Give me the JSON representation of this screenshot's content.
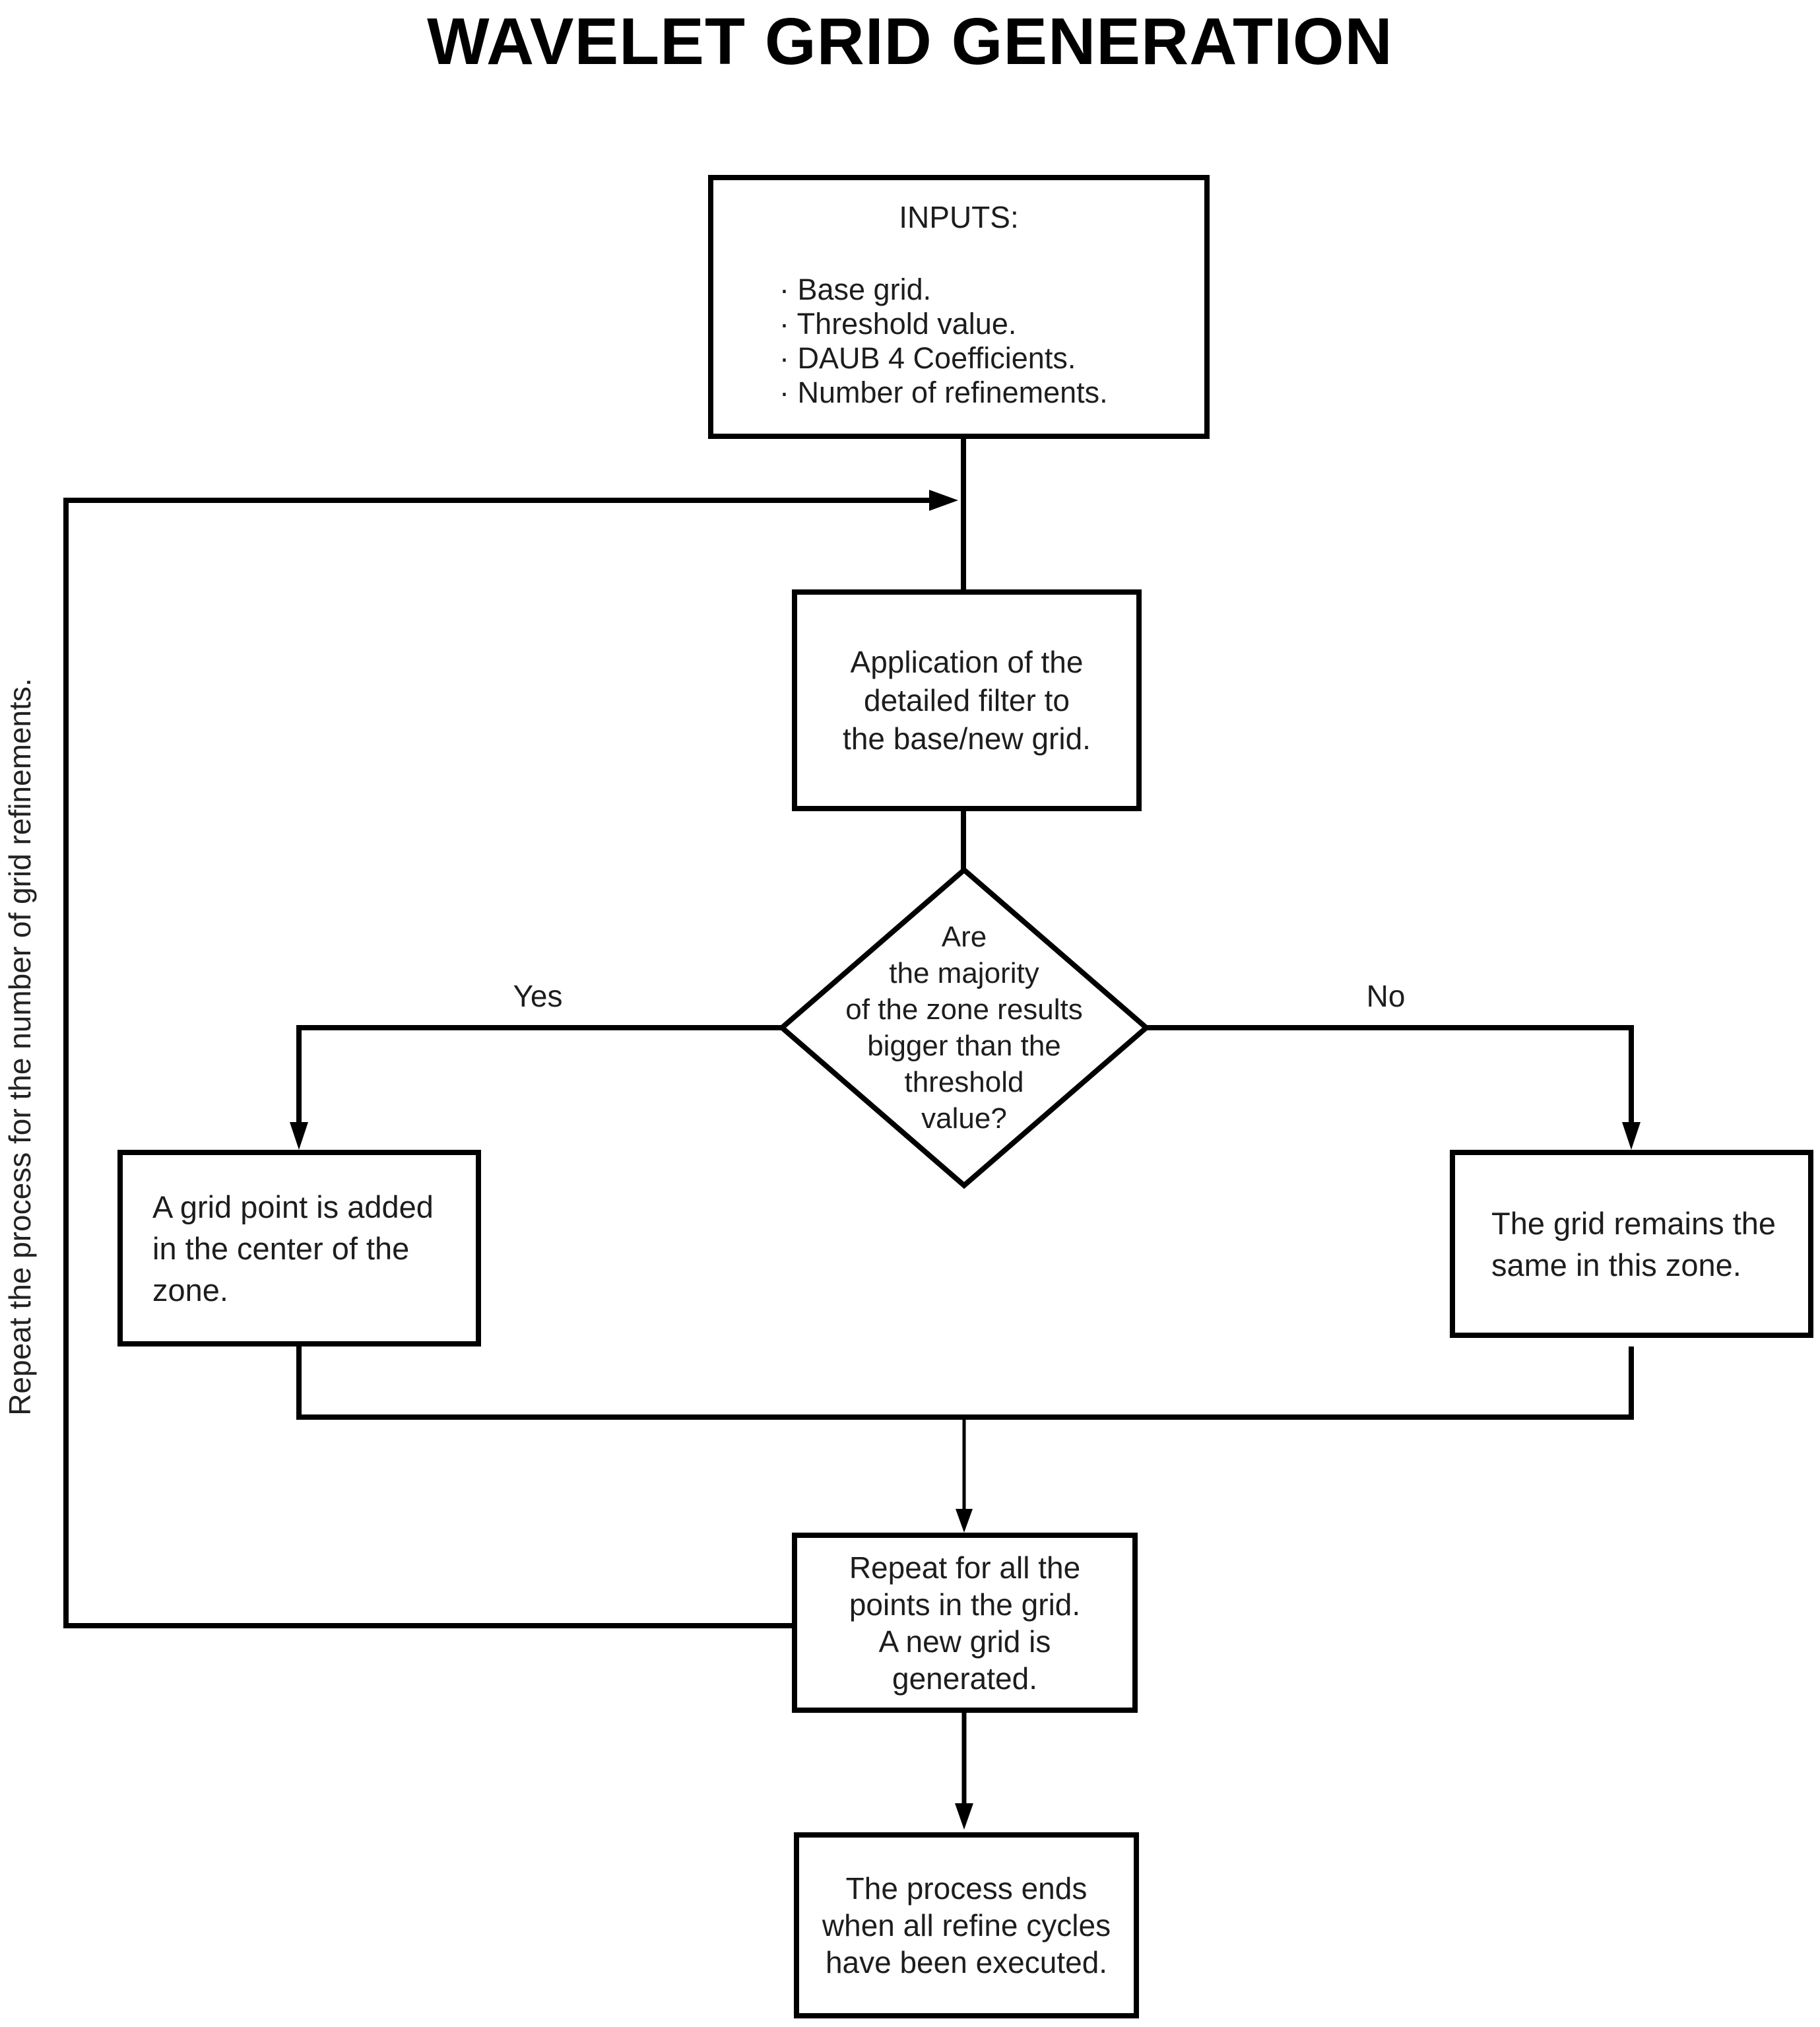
{
  "colors": {
    "ink": "#000000",
    "paper": "#ffffff"
  },
  "title": "WAVELET GRID GENERATION",
  "side_label": "Repeat the process for the number of grid refinements.",
  "nodes": {
    "inputs": {
      "header": "INPUTS:",
      "items": [
        "· Base grid.",
        "· Threshold value.",
        "· DAUB 4 Coefficients.",
        "· Number of refinements."
      ]
    },
    "apply_filter": {
      "text": "Application of the\ndetailed filter to\nthe base/new grid."
    },
    "decision": {
      "text": "Are\nthe majority\nof the zone results\nbigger than the\nthreshold\nvalue?"
    },
    "yes_label": "Yes",
    "no_label": "No",
    "add_point": {
      "text": "A grid point is added\nin the center of the\nzone."
    },
    "grid_same": {
      "text": "The grid remains the\nsame in this zone."
    },
    "repeat_points": {
      "text": "Repeat for all the\npoints in the grid.\nA new grid is\ngenerated."
    },
    "process_ends": {
      "text": "The process ends\nwhen all refine cycles\nhave been executed."
    }
  }
}
